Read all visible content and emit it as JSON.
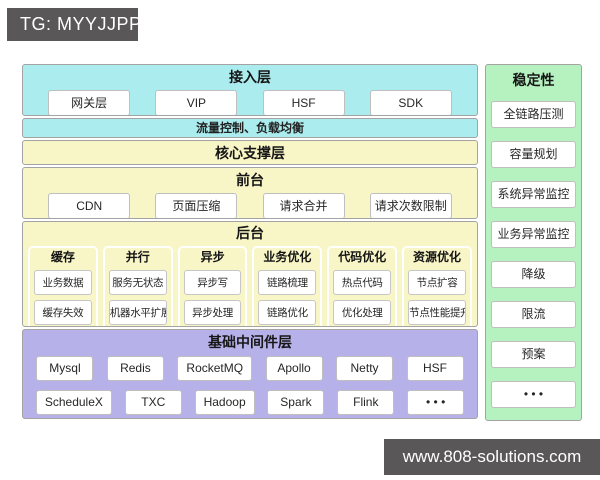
{
  "header_badge": {
    "text": "TG: MYYJJPP"
  },
  "footer_badge": {
    "text": "www.808-solutions.com"
  },
  "colors": {
    "cyan": "#abecee",
    "yellow": "#f8f5c6",
    "purple": "#b6b1e8",
    "green": "#b6f1c0",
    "badge_bg": "#595757",
    "section_border": "#a3a3a3",
    "box_border": "#bfbfbf"
  },
  "diagram": {
    "access_layer": {
      "title": "接入层",
      "boxes": [
        "网关层",
        "VIP",
        "HSF",
        "SDK"
      ]
    },
    "traffic_strip": {
      "label": "流量控制、负载均衡"
    },
    "core_support": {
      "title": "核心支撑层"
    },
    "frontend": {
      "title": "前台",
      "boxes": [
        "CDN",
        "页面压缩",
        "请求合并",
        "请求次数限制"
      ]
    },
    "backend": {
      "title": "后台",
      "groups": [
        {
          "title": "缓存",
          "items": [
            "业务数据",
            "缓存失效"
          ]
        },
        {
          "title": "并行",
          "items": [
            "服务无状态",
            "机器水平扩展"
          ]
        },
        {
          "title": "异步",
          "items": [
            "异步写",
            "异步处理"
          ]
        },
        {
          "title": "业务优化",
          "items": [
            "链路梳理",
            "链路优化"
          ]
        },
        {
          "title": "代码优化",
          "items": [
            "热点代码",
            "优化处理"
          ]
        },
        {
          "title": "资源优化",
          "items": [
            "节点扩容",
            "节点性能提升"
          ]
        }
      ]
    },
    "middleware": {
      "title": "基础中间件层",
      "rows": [
        [
          "Mysql",
          "Redis",
          "RocketMQ",
          "Apollo",
          "Netty",
          "HSF"
        ],
        [
          "ScheduleX",
          "TXC",
          "Hadoop",
          "Spark",
          "Flink",
          "• • •"
        ]
      ]
    },
    "stability": {
      "title": "稳定性",
      "boxes": [
        "全链路压测",
        "容量规划",
        "系统异常监控",
        "业务异常监控",
        "降级",
        "限流",
        "预案",
        "• • •"
      ]
    }
  }
}
